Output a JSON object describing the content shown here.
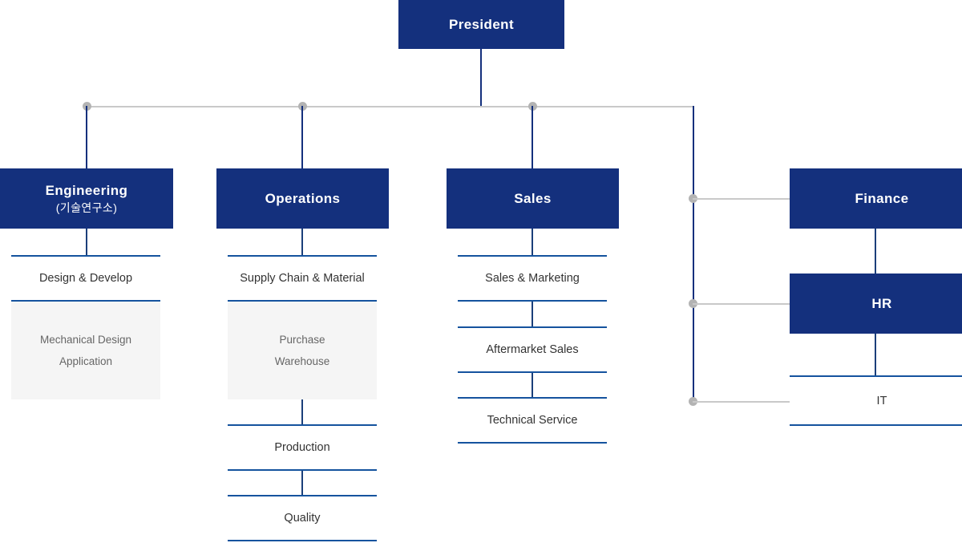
{
  "theme": {
    "navy": "#14307D",
    "rule_blue": "#15539E",
    "connector_grey": "#c9c9c9",
    "dot_grey": "#b3b3b3",
    "detail_bg": "#F5F5F5",
    "page_bg": "#ffffff"
  },
  "root": {
    "label": "President"
  },
  "columns": [
    {
      "key": "engineering",
      "dept": {
        "label": "Engineering",
        "sublabel": "(기술연구소)"
      },
      "units": [
        {
          "label": "Design & Develop"
        }
      ],
      "details": [
        {
          "lines": [
            "Mechanical Design",
            "Application"
          ]
        }
      ]
    },
    {
      "key": "operations",
      "dept": {
        "label": "Operations",
        "sublabel": ""
      },
      "units": [
        {
          "label": "Supply Chain & Material"
        },
        {
          "label": "Production"
        },
        {
          "label": "Quality"
        }
      ],
      "details": [
        {
          "lines": [
            "Purchase",
            "Warehouse"
          ]
        }
      ]
    },
    {
      "key": "sales",
      "dept": {
        "label": "Sales",
        "sublabel": ""
      },
      "units": [
        {
          "label": "Sales & Marketing"
        },
        {
          "label": "Aftermarket Sales"
        },
        {
          "label": "Technical Service"
        }
      ],
      "details": []
    },
    {
      "key": "support",
      "dept": {
        "label": "Finance",
        "sublabel": ""
      },
      "dept2": {
        "label": "HR",
        "sublabel": ""
      },
      "units": [
        {
          "label": "IT"
        }
      ],
      "details": []
    }
  ]
}
